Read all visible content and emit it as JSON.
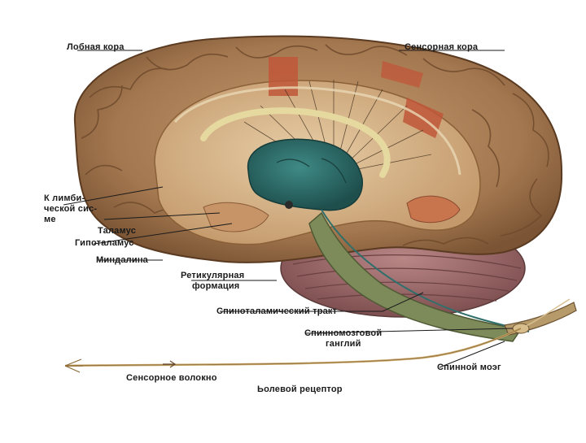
{
  "labels": {
    "frontal_cortex": "Лобная кора",
    "sensory_cortex": "Сенсорная кора",
    "limbic_system_line1": "К лимби-",
    "limbic_system_line2": "ческой сис-",
    "limbic_system_line3": "ме",
    "thalamus": "Таламус",
    "hypothalamus": "Гипоталамус",
    "amygdala": "Миндалина",
    "reticular_formation_line1": "Ретикулярная",
    "reticular_formation_line2": "формация",
    "spinothalamic_tract": "Спиноталамический тракт",
    "spinal_ganglion_line1": "Спинномозговой",
    "spinal_ganglion_line2": "ганглий",
    "spinal_cord": "Спинной моэг",
    "sensory_fiber": "Сенсорное волокно",
    "pain_receptor": "Ьолевой рецептор"
  },
  "colors": {
    "cortex": "#a57a52",
    "cortex_dark": "#6e4a2c",
    "inner_brain": "#d6b48a",
    "thalamus": "#2f6f6c",
    "sensory_area": "#c0573a",
    "fornix": "#e6d9a0",
    "cerebellum": "#9c6a6a",
    "brainstem": "#7d8a5a",
    "nerve": "#caa86a"
  }
}
